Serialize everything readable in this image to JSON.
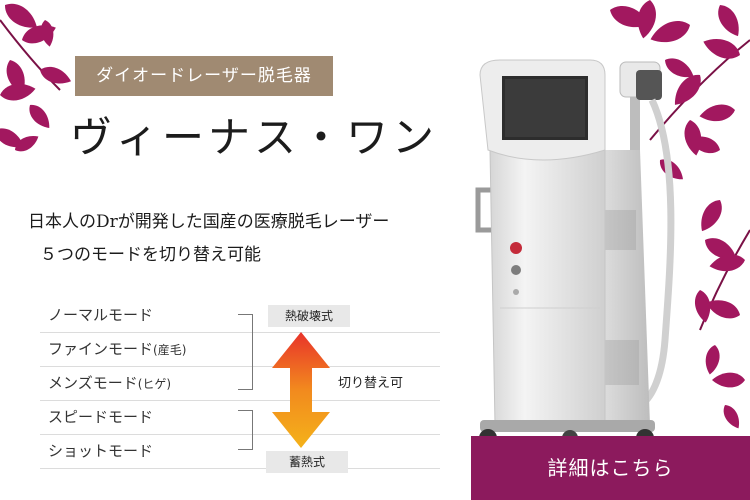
{
  "badge": "ダイオードレーザー脱毛器",
  "title": "ヴィーナス・ワン",
  "description": {
    "line1": "日本人のDrが開発した国産の医療脱毛レーザー",
    "line2": "５つのモードを切り替え可能"
  },
  "modes": [
    {
      "label": "ノーマルモード",
      "sub": ""
    },
    {
      "label": "ファインモード",
      "sub": "(産毛)"
    },
    {
      "label": "メンズモード",
      "sub": "(ヒゲ)"
    },
    {
      "label": "スピードモード",
      "sub": ""
    },
    {
      "label": "ショットモード",
      "sub": ""
    }
  ],
  "types": {
    "top": "熱破壊式",
    "bottom": "蓄熱式",
    "switch": "切り替え可"
  },
  "cta": "詳細はこちら",
  "colors": {
    "accent": "#8c1a5d",
    "badge": "#a08a72",
    "leaf": "#a2185f"
  }
}
